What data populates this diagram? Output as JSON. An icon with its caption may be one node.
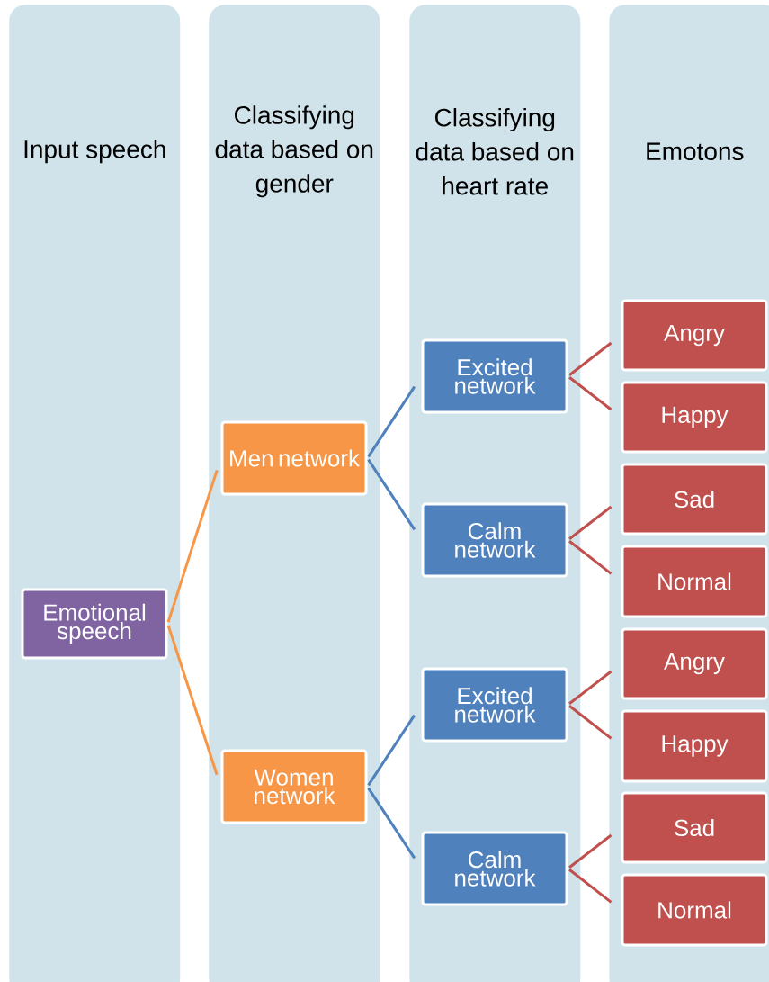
{
  "diagram": {
    "nodes": [
      {
        "text": [
          "Input speech"
        ]
      },
      {
        "text": [
          "Emotional speech"
        ],
        "in": 0
      },
      {
        "text": [
          "Classifying data based on gender"
        ]
      },
      {
        "text": [
          "Men network"
        ],
        "in": 2
      },
      {
        "text": [
          "Women network"
        ],
        "in": 2
      },
      {
        "text": [
          "Classifying data based on heart rate"
        ]
      },
      {
        "text": [
          "Excited network"
        ],
        "in": 5
      },
      {
        "text": [
          "Calm network"
        ],
        "in": 5
      },
      {
        "text": [
          "Excited network"
        ],
        "in": 5
      },
      {
        "text": [
          "Calm network"
        ],
        "in": 5
      },
      {
        "text": [
          "Emotons"
        ]
      },
      {
        "text": [
          "Angry"
        ],
        "in": 10
      },
      {
        "text": [
          "Happy"
        ],
        "in": 10
      },
      {
        "text": [
          "Sad"
        ],
        "in": 10
      },
      {
        "text": [
          "Normal"
        ],
        "in": 10
      },
      {
        "text": [
          "Angry"
        ],
        "in": 10
      },
      {
        "text": [
          "Happy"
        ],
        "in": 10
      },
      {
        "text": [
          "Sad"
        ],
        "in": 10
      },
      {
        "text": [
          "Normal"
        ],
        "in": 10
      }
    ],
    "edges": [
      {
        "from": 1,
        "to": 3,
        "arrow": "none",
        "color": "#f79646"
      },
      {
        "from": 1,
        "to": 4,
        "arrow": "none",
        "color": "#f79646"
      },
      {
        "from": 3,
        "to": 6,
        "arrow": "none",
        "color": "#4f81bd"
      },
      {
        "from": 3,
        "to": 7,
        "arrow": "none",
        "color": "#4f81bd"
      },
      {
        "from": 4,
        "to": 8,
        "arrow": "none",
        "color": "#4f81bd"
      },
      {
        "from": 4,
        "to": 9,
        "arrow": "none",
        "color": "#4f81bd"
      },
      {
        "from": 6,
        "to": 11,
        "arrow": "none"
      },
      {
        "from": 6,
        "to": 12,
        "arrow": "none"
      },
      {
        "from": 7,
        "to": 13,
        "arrow": "none"
      },
      {
        "from": 7,
        "to": 14,
        "arrow": "none"
      },
      {
        "from": 8,
        "to": 15,
        "arrow": "none"
      },
      {
        "from": 8,
        "to": 16,
        "arrow": "none"
      },
      {
        "from": 9,
        "to": 17,
        "arrow": "none"
      },
      {
        "from": 9,
        "to": 18,
        "arrow": "none"
      }
    ]
  }
}
